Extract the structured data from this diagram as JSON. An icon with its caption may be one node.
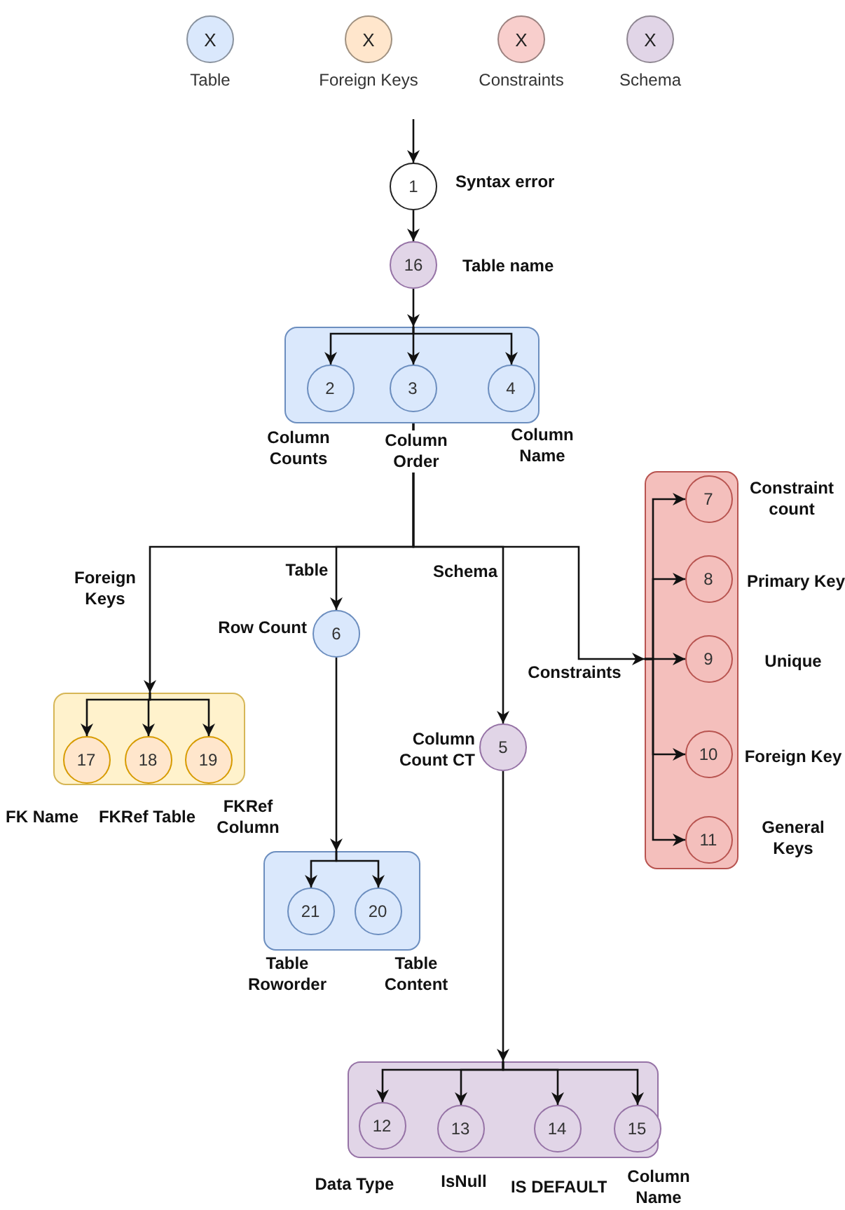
{
  "diagram": {
    "nodes": [
      {
        "text": [
          "1"
        ],
        "beside": [
          "Syntax error"
        ]
      },
      {
        "text": [
          "16"
        ],
        "beside": [
          "Table name"
        ]
      },
      {
        "text": [],
        "shape": "box"
      },
      {
        "text": [
          "2"
        ],
        "in": 2,
        "beside": [
          "Column Counts"
        ]
      },
      {
        "text": [
          "3"
        ],
        "in": 2,
        "beside": [
          "Column Order"
        ]
      },
      {
        "text": [
          "4"
        ],
        "in": 2,
        "beside": [
          "Column Name"
        ]
      },
      {
        "text": [],
        "shape": "box"
      },
      {
        "text": [
          "7"
        ],
        "in": 6,
        "beside": [
          "Constraint count"
        ]
      },
      {
        "text": [
          "8"
        ],
        "in": 6,
        "beside": [
          "Primary Key"
        ]
      },
      {
        "text": [
          "9"
        ],
        "in": 6,
        "beside": [
          "Unique"
        ]
      },
      {
        "text": [
          "10"
        ],
        "in": 6,
        "beside": [
          "Foreign Key"
        ]
      },
      {
        "text": [
          "11"
        ],
        "in": 6,
        "beside": [
          "General Keys"
        ]
      },
      {
        "text": [],
        "shape": "box"
      },
      {
        "text": [
          "17"
        ],
        "in": 12,
        "beside": [
          "FK Name"
        ]
      },
      {
        "text": [
          "18"
        ],
        "in": 12,
        "beside": [
          "FKRef Table"
        ]
      },
      {
        "text": [
          "19"
        ],
        "in": 12,
        "beside": [
          "FKRef Column"
        ]
      },
      {
        "text": [
          "6"
        ],
        "beside": [
          "Row Count"
        ]
      },
      {
        "text": [
          "5"
        ],
        "beside": [
          "Column Count CT"
        ]
      },
      {
        "text": [],
        "shape": "box"
      },
      {
        "text": [
          "21"
        ],
        "in": 18,
        "beside": [
          "Table Roworder"
        ]
      },
      {
        "text": [
          "20"
        ],
        "in": 18,
        "beside": [
          "Table Content"
        ]
      },
      {
        "text": [],
        "shape": "box"
      },
      {
        "text": [
          "12"
        ],
        "in": 21,
        "beside": [
          "Data Type"
        ]
      },
      {
        "text": [
          "13"
        ],
        "in": 21,
        "beside": [
          "IsNull"
        ]
      },
      {
        "text": [
          "14"
        ],
        "in": 21,
        "beside": [
          "IS DEFAULT"
        ]
      },
      {
        "text": [
          "15"
        ],
        "in": 21,
        "beside": [
          "Column Name"
        ]
      }
    ],
    "edges": [
      {
        "from": null,
        "to": 0,
        "arrow": "to"
      },
      {
        "from": 0,
        "to": 1,
        "arrow": "to"
      },
      {
        "from": 1,
        "to": 2,
        "arrow": "to"
      },
      {
        "from": 2,
        "to": 3,
        "arrow": "to"
      },
      {
        "from": 2,
        "to": 4,
        "arrow": "to"
      },
      {
        "from": 2,
        "to": 5,
        "arrow": "to"
      },
      {
        "from": 2,
        "to": 12,
        "arrow": "to",
        "label": "Foreign Keys"
      },
      {
        "from": 2,
        "to": 16,
        "arrow": "to",
        "label": "Table"
      },
      {
        "from": 2,
        "to": 17,
        "arrow": "to",
        "label": "Schema"
      },
      {
        "from": 2,
        "to": 6,
        "arrow": "to",
        "label": "Constraints"
      },
      {
        "from": 6,
        "to": 7,
        "arrow": "to"
      },
      {
        "from": 6,
        "to": 8,
        "arrow": "to"
      },
      {
        "from": 6,
        "to": 9,
        "arrow": "to"
      },
      {
        "from": 6,
        "to": 10,
        "arrow": "to"
      },
      {
        "from": 6,
        "to": 11,
        "arrow": "to"
      },
      {
        "from": 12,
        "to": 13,
        "arrow": "to"
      },
      {
        "from": 12,
        "to": 14,
        "arrow": "to"
      },
      {
        "from": 12,
        "to": 15,
        "arrow": "to"
      },
      {
        "from": 16,
        "to": 18,
        "arrow": "to"
      },
      {
        "from": 18,
        "to": 19,
        "arrow": "to"
      },
      {
        "from": 18,
        "to": 20,
        "arrow": "to"
      },
      {
        "from": 17,
        "to": 21,
        "arrow": "to"
      },
      {
        "from": 21,
        "to": 22,
        "arrow": "to"
      },
      {
        "from": 21,
        "to": 23,
        "arrow": "to"
      },
      {
        "from": 21,
        "to": 24,
        "arrow": "to"
      },
      {
        "from": 21,
        "to": 25,
        "arrow": "to"
      }
    ],
    "labels": [
      "X",
      "X",
      "X",
      "X"
    ],
    "legend": [
      {
        "text": "Table",
        "color": "#dae8fc"
      },
      {
        "text": "Foreign Keys",
        "color": "#ffe6cc"
      },
      {
        "text": "Constraints",
        "color": "#f8cecc"
      },
      {
        "text": "Schema",
        "color": "#e1d5e7"
      }
    ]
  }
}
